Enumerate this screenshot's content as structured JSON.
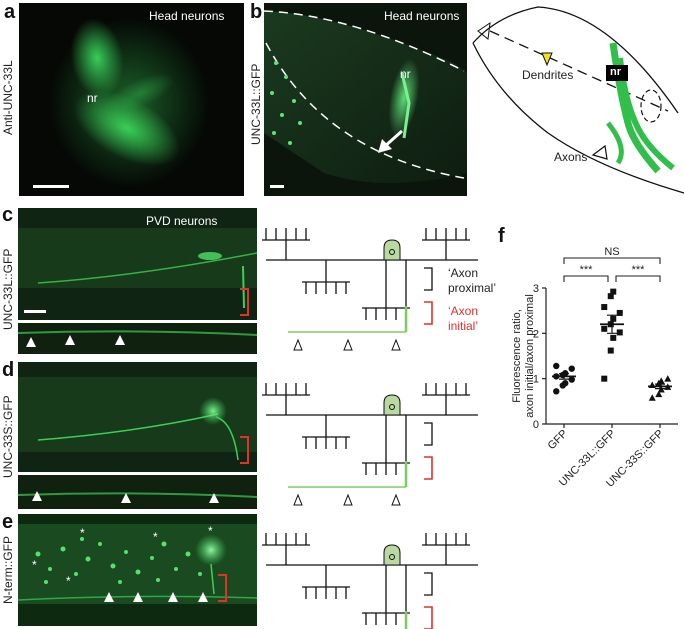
{
  "panels": {
    "a": {
      "letter": "a",
      "title": "Head neurons",
      "side_label": "Anti-UNC-33L",
      "nr": "nr"
    },
    "b": {
      "letter": "b",
      "title": "Head neurons",
      "side_label": "UNC-33L::GFP",
      "nr": "nr"
    },
    "b_diagram": {
      "dendrites": "Dendrites",
      "axons": "Axons",
      "nr": "nr"
    },
    "c": {
      "letter": "c",
      "title": "PVD neurons",
      "side_label": "UNC-33L::GFP"
    },
    "d": {
      "letter": "d",
      "side_label": "UNC-33S::GFP"
    },
    "e": {
      "letter": "e",
      "side_label": "N-term::GFP",
      "star": "*"
    },
    "pvd_diagram": {
      "axon_proximal": "‘Axon proximal’",
      "axon_initial": "‘Axon initial’"
    },
    "f": {
      "letter": "f"
    }
  },
  "colors": {
    "gfp_green": "#3ccf55",
    "marker_red": "#e0312b",
    "diagram_green": "#7ccd5f",
    "soma_fill": "#b9d9a0",
    "dendrite_marker_yellow": "#f3e21e"
  },
  "chart_data": {
    "type": "scatter",
    "ylabel": "Fluorescence ratio, axon initial/axon proximal",
    "ylim": [
      0,
      3
    ],
    "yticks": [
      "0",
      "1",
      "2",
      "3"
    ],
    "categories": [
      "GFP",
      "UNC-33L::GFP",
      "UNC-33S::GFP"
    ],
    "groups": [
      {
        "category": "GFP",
        "marker": "circle",
        "mean": 1.05,
        "sem": 0.06,
        "values": [
          0.72,
          0.85,
          0.9,
          0.98,
          1.05,
          1.08,
          1.12,
          1.22,
          1.28
        ]
      },
      {
        "category": "UNC-33L::GFP",
        "marker": "square",
        "mean": 2.2,
        "sem": 0.2,
        "values": [
          1.0,
          1.62,
          1.9,
          2.02,
          2.1,
          2.2,
          2.32,
          2.45,
          2.58,
          2.82,
          2.92
        ]
      },
      {
        "category": "UNC-33S::GFP",
        "marker": "triangle",
        "mean": 0.83,
        "sem": 0.05,
        "values": [
          0.58,
          0.66,
          0.76,
          0.82,
          0.86,
          0.9,
          0.95,
          1.0
        ]
      }
    ],
    "significance": [
      {
        "from": "GFP",
        "to": "UNC-33S::GFP",
        "label": "NS"
      },
      {
        "from": "GFP",
        "to": "UNC-33L::GFP",
        "label": "***"
      },
      {
        "from": "UNC-33L::GFP",
        "to": "UNC-33S::GFP",
        "label": "***"
      }
    ]
  }
}
